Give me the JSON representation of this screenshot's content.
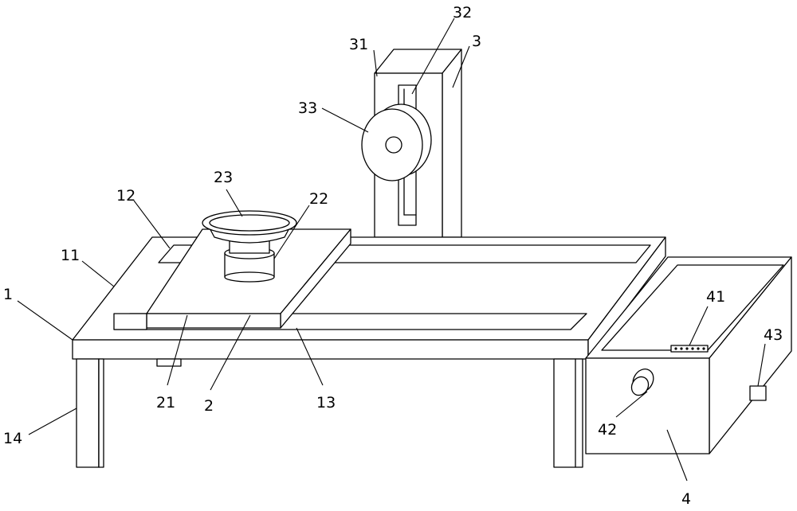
{
  "labels": {
    "l1": "1",
    "l11": "11",
    "l12": "12",
    "l13": "13",
    "l14": "14",
    "l2": "2",
    "l21": "21",
    "l22": "22",
    "l23": "23",
    "l3": "3",
    "l31": "31",
    "l32": "32",
    "l33": "33",
    "l4": "4",
    "l41": "41",
    "l42": "42",
    "l43": "43"
  }
}
